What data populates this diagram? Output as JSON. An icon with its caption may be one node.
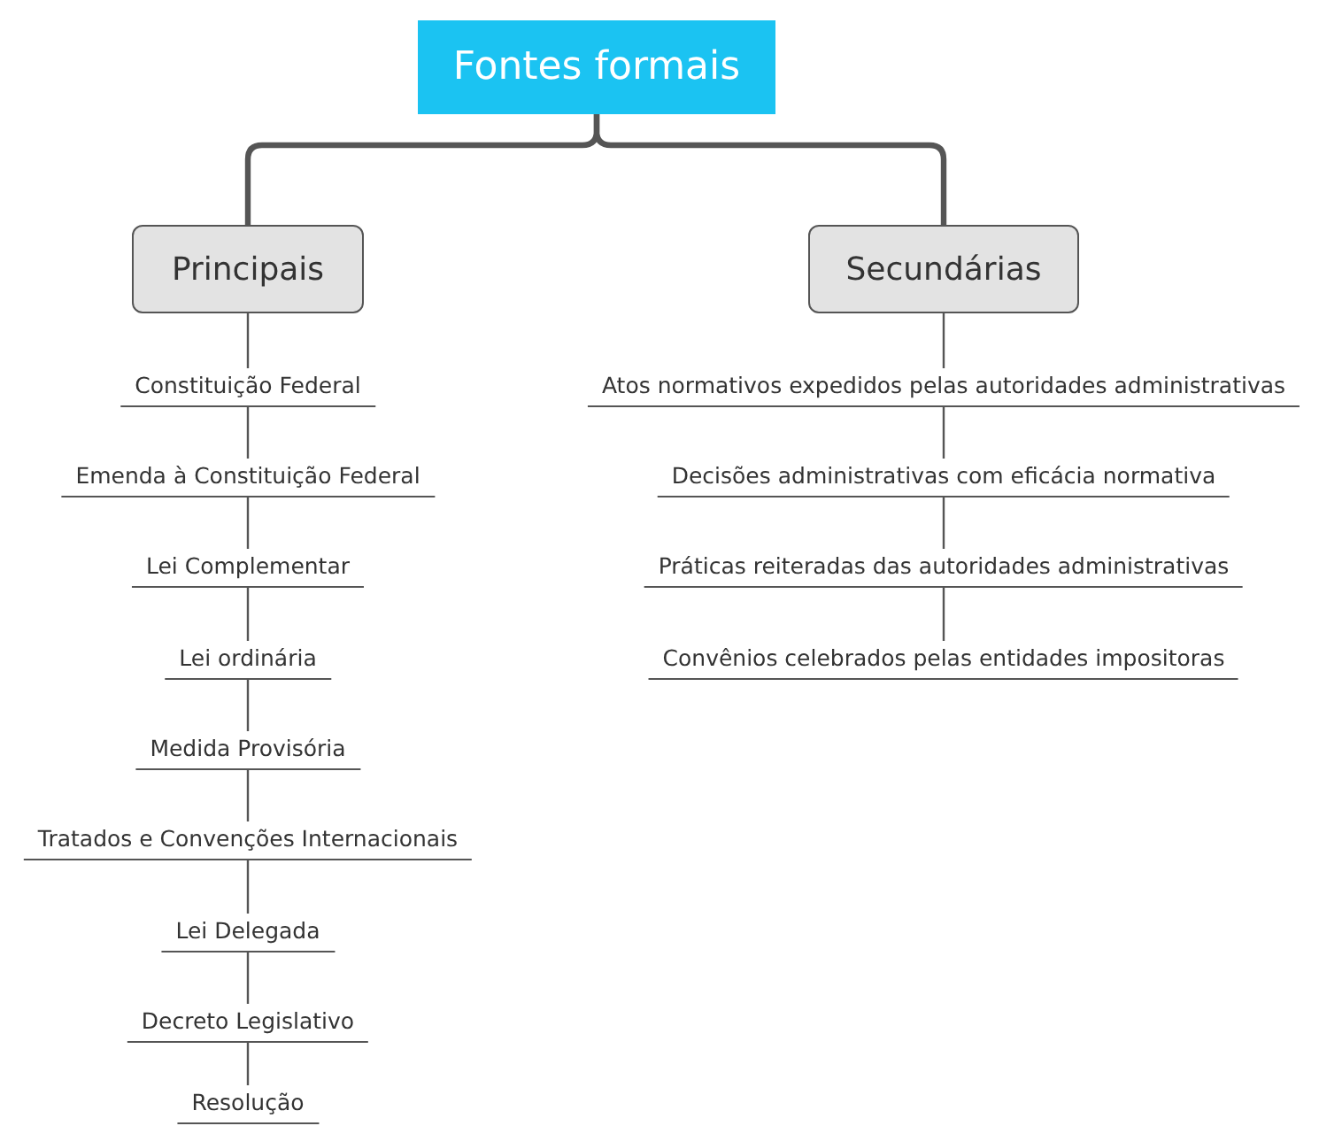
{
  "diagram": {
    "nodes": [
      {
        "text": [
          "Fontes formais"
        ]
      },
      {
        "text": [
          "Principais"
        ]
      },
      {
        "text": [
          "Secundárias"
        ]
      },
      {
        "text": [
          "Constituição Federal"
        ]
      },
      {
        "text": [
          "Emenda à Constituição Federal"
        ]
      },
      {
        "text": [
          "Lei Complementar"
        ]
      },
      {
        "text": [
          "Lei ordinária"
        ]
      },
      {
        "text": [
          "Medida Provisória"
        ]
      },
      {
        "text": [
          "Tratados e Convenções Internacionais"
        ]
      },
      {
        "text": [
          "Lei Delegada"
        ]
      },
      {
        "text": [
          "Decreto Legislativo"
        ]
      },
      {
        "text": [
          "Resolução"
        ]
      },
      {
        "text": [
          "Atos normativos expedidos pelas autoridades administrativas"
        ]
      },
      {
        "text": [
          "Decisões administrativas com eficácia normativa"
        ]
      },
      {
        "text": [
          "Práticas reiteradas das autoridades administrativas"
        ]
      },
      {
        "text": [
          "Convênios celebrados pelas entidades impositoras"
        ]
      }
    ],
    "edges": [
      {
        "from": 0,
        "to": 1,
        "arrow": "none",
        "style": "thick"
      },
      {
        "from": 0,
        "to": 2,
        "arrow": "none",
        "style": "thick"
      },
      {
        "from": 1,
        "to": 3,
        "arrow": "none"
      },
      {
        "from": 3,
        "to": 4,
        "arrow": "none"
      },
      {
        "from": 4,
        "to": 5,
        "arrow": "none"
      },
      {
        "from": 5,
        "to": 6,
        "arrow": "none"
      },
      {
        "from": 6,
        "to": 7,
        "arrow": "none"
      },
      {
        "from": 7,
        "to": 8,
        "arrow": "none"
      },
      {
        "from": 8,
        "to": 9,
        "arrow": "none"
      },
      {
        "from": 9,
        "to": 10,
        "arrow": "none"
      },
      {
        "from": 10,
        "to": 11,
        "arrow": "none"
      },
      {
        "from": 2,
        "to": 12,
        "arrow": "none"
      },
      {
        "from": 12,
        "to": 13,
        "arrow": "none"
      },
      {
        "from": 13,
        "to": 14,
        "arrow": "none"
      },
      {
        "from": 14,
        "to": 15,
        "arrow": "none"
      }
    ]
  }
}
